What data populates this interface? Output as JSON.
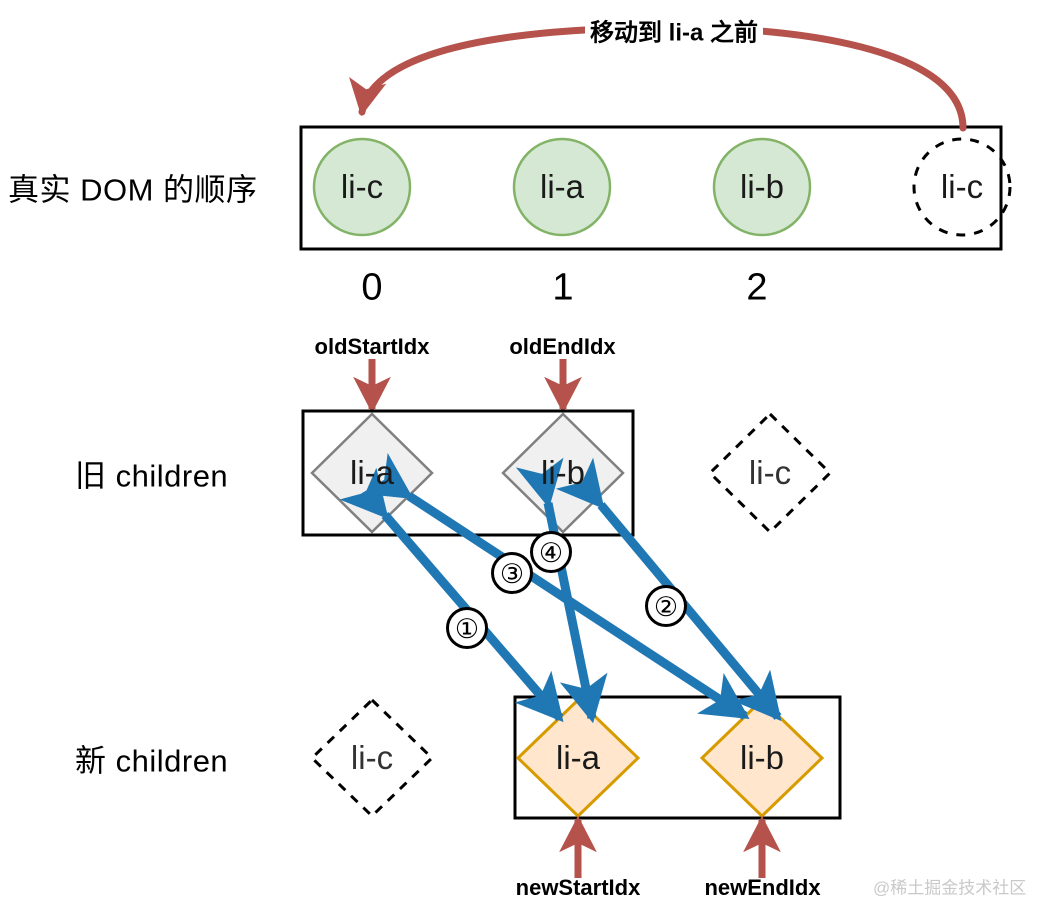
{
  "diagram": {
    "title_note": "移动到 li-a 之前",
    "watermark": "@稀土掘金技术社区",
    "colors": {
      "red_arrow": "#b5524b",
      "blue_arrow": "#1f77b4",
      "green_fill": "#d5e8d4",
      "green_stroke": "#82b366",
      "gray_fill": "#f0f0f0",
      "gray_stroke": "#808080",
      "orange_fill": "#ffe6cc",
      "orange_stroke": "#d79b00",
      "box_stroke": "#000000"
    }
  },
  "rows": {
    "dom": {
      "label": "真实 DOM 的顺序",
      "nodes": [
        {
          "text": "li-c",
          "style": "green"
        },
        {
          "text": "li-a",
          "style": "green"
        },
        {
          "text": "li-b",
          "style": "green"
        },
        {
          "text": "li-c",
          "style": "dashed"
        }
      ]
    },
    "old": {
      "label": "旧 children",
      "nodes": [
        {
          "text": "li-a",
          "style": "gray"
        },
        {
          "text": "li-b",
          "style": "gray"
        },
        {
          "text": "li-c",
          "style": "dashed"
        }
      ]
    },
    "new": {
      "label": "新 children",
      "nodes": [
        {
          "text": "li-c",
          "style": "dashed"
        },
        {
          "text": "li-a",
          "style": "orange"
        },
        {
          "text": "li-b",
          "style": "orange"
        }
      ]
    }
  },
  "indices": {
    "numbers": [
      "0",
      "1",
      "2"
    ],
    "old_pointers": [
      {
        "name": "oldStartIdx"
      },
      {
        "name": "oldEndIdx"
      }
    ],
    "new_pointers": [
      {
        "name": "newStartIdx"
      },
      {
        "name": "newEndIdx"
      }
    ]
  },
  "steps": [
    {
      "badge": "①",
      "from": "old li-a",
      "to": "new li-a"
    },
    {
      "badge": "②",
      "from": "old li-b",
      "to": "new li-b"
    },
    {
      "badge": "③",
      "from": "old li-a",
      "to": "new li-b"
    },
    {
      "badge": "④",
      "from": "old li-b",
      "to": "new li-a"
    }
  ]
}
